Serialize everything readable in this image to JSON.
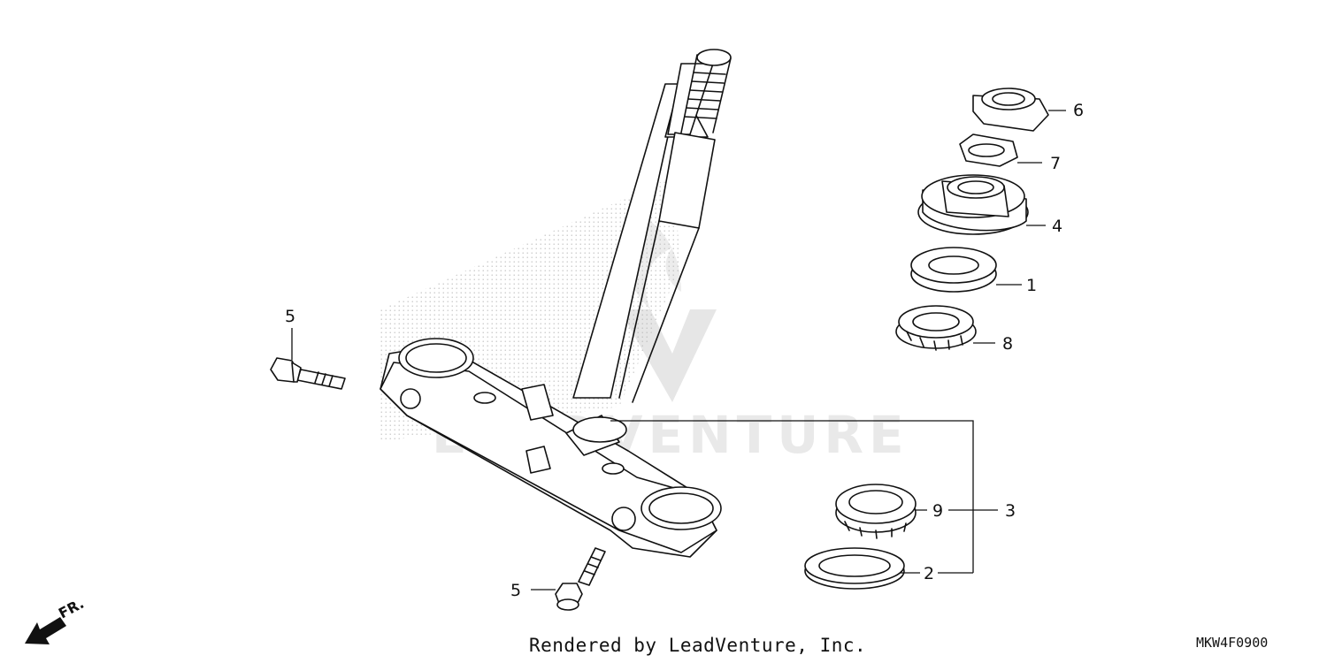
{
  "watermark": {
    "text": "LEADVENTURE"
  },
  "callouts": {
    "c1": "1",
    "c2": "2",
    "c3": "3",
    "c4": "4",
    "c5a": "5",
    "c5b": "5",
    "c6": "6",
    "c7": "7",
    "c8": "8",
    "c9": "9"
  },
  "direction": {
    "label": "FR."
  },
  "footer": {
    "credit": "Rendered by LeadVenture, Inc.",
    "code": "MKW4F0900"
  },
  "colors": {
    "ink": "#111111",
    "watermark": "#d8d8d8",
    "background": "#ffffff"
  }
}
